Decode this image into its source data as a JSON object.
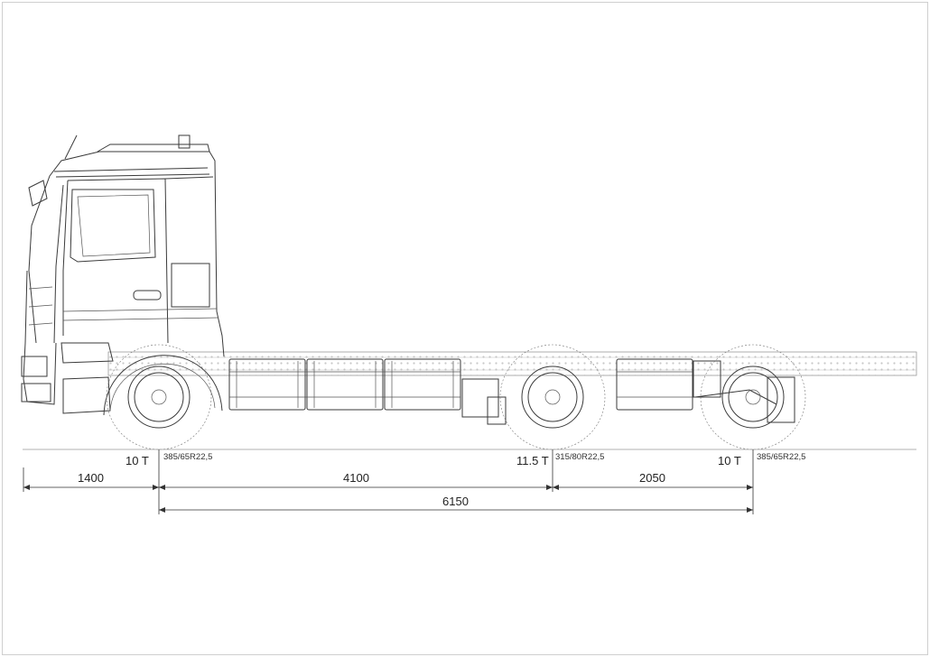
{
  "drawing": {
    "axles": {
      "front": {
        "load": "10  T",
        "tyre": "385/65R22,5"
      },
      "middle": {
        "load": "11.5  T",
        "tyre": "315/80R22,5"
      },
      "rear": {
        "load": "10  T",
        "tyre": "385/65R22,5"
      }
    },
    "dimensions": {
      "front_overhang": "1400",
      "front_to_middle": "4100",
      "middle_to_rear": "2050",
      "total_wheelbase": "6150"
    }
  }
}
